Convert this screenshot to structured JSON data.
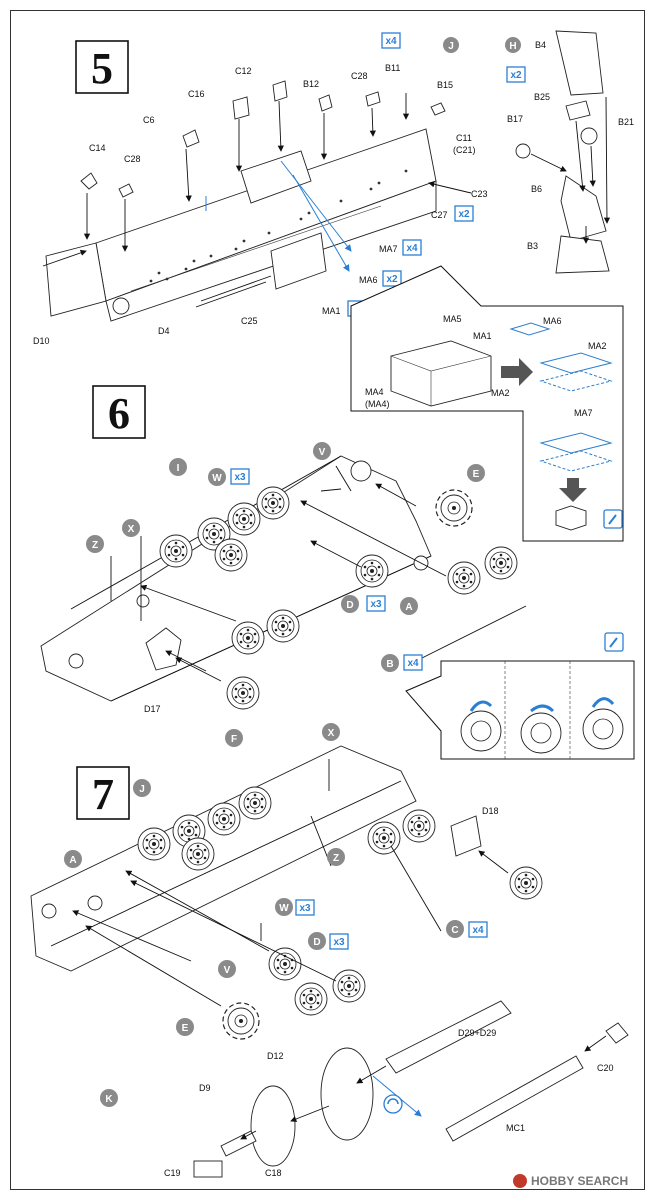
{
  "steps": [
    "5",
    "6",
    "7"
  ],
  "step5": {
    "callouts": [
      "J",
      "H"
    ],
    "quantities": [
      "x4",
      "x2",
      "x2",
      "x4",
      "x2",
      "x2"
    ],
    "labels": [
      "C14",
      "C28",
      "C6",
      "C16",
      "C12",
      "B12",
      "C28",
      "B11",
      "B15",
      "C11",
      "(C21)",
      "C23",
      "C27",
      "MA7",
      "MA6",
      "MA1",
      "C25",
      "D10",
      "D4",
      "B4",
      "B25",
      "B17",
      "B21",
      "B6",
      "B3"
    ],
    "detail_labels": [
      "MA5",
      "MA1",
      "MA6",
      "MA2",
      "MA4",
      "(MA4)",
      "MA2",
      "MA7"
    ]
  },
  "step6": {
    "callouts": [
      "I",
      "W",
      "V",
      "E",
      "Z",
      "X",
      "D",
      "A",
      "B",
      "F"
    ],
    "quantities": [
      "x3",
      "x3",
      "x4"
    ],
    "labels": [
      "D17"
    ]
  },
  "step7": {
    "callouts": [
      "J",
      "X",
      "A",
      "Z",
      "W",
      "D",
      "V",
      "C",
      "E",
      "K"
    ],
    "quantities": [
      "x3",
      "x3",
      "x4"
    ],
    "labels": [
      "D18",
      "D29+D29",
      "D12",
      "C20",
      "D9",
      "MC1",
      "C19",
      "C18"
    ]
  },
  "watermark": "HOBBY SEARCH",
  "icons": [
    "glue-icon",
    "glue-icon",
    "pivot-icon",
    "arrow-down-icon"
  ]
}
